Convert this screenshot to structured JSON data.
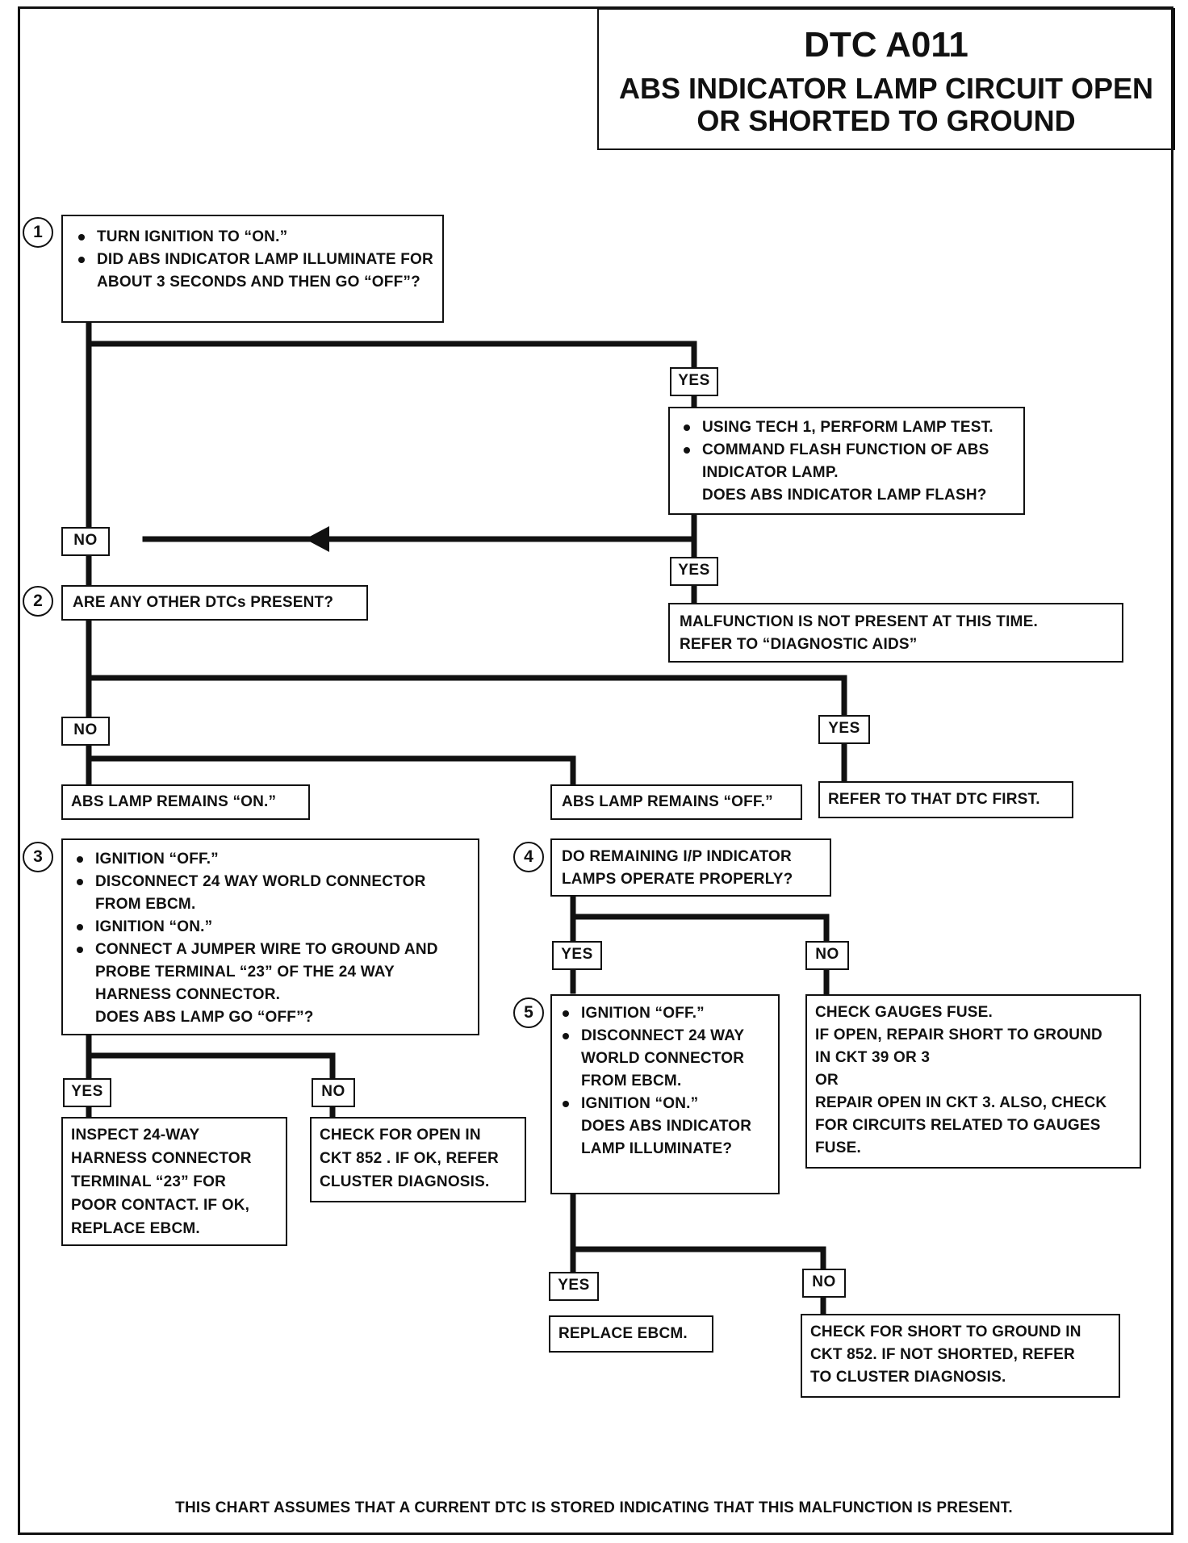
{
  "title": {
    "code": "DTC A011",
    "description": "ABS INDICATOR LAMP CIRCUIT OPEN OR SHORTED TO GROUND"
  },
  "steps": {
    "s1": "1",
    "s2": "2",
    "s3": "3",
    "s4": "4",
    "s5": "5"
  },
  "nodes": {
    "step1": {
      "bullets": [
        "TURN IGNITION TO “ON.”",
        "DID ABS INDICATOR LAMP ILLUMINATE FOR ABOUT 3 SECONDS AND THEN GO “OFF”?"
      ]
    },
    "lamp_test": {
      "bullets": [
        "USING TECH 1, PERFORM LAMP TEST.",
        "COMMAND FLASH FUNCTION OF ABS INDICATOR LAMP."
      ],
      "question": "DOES ABS INDICATOR LAMP FLASH?"
    },
    "not_present": {
      "lines": [
        "MALFUNCTION IS NOT PRESENT AT THIS TIME.",
        "REFER TO “DIAGNOSTIC AIDS”"
      ]
    },
    "step2": {
      "text": "ARE ANY OTHER DTCs PRESENT?"
    },
    "refer_dtc": {
      "text": "REFER TO THAT DTC FIRST."
    },
    "lamp_on": {
      "text": "ABS LAMP REMAINS “ON.”"
    },
    "lamp_off": {
      "text": "ABS LAMP REMAINS “OFF.”"
    },
    "step3": {
      "bullets": [
        "IGNITION “OFF.”",
        "DISCONNECT 24 WAY WORLD CONNECTOR FROM EBCM.",
        "IGNITION “ON.”",
        "CONNECT A JUMPER WIRE TO GROUND AND PROBE TERMINAL “23” OF THE 24 WAY HARNESS CONNECTOR."
      ],
      "question": "DOES ABS LAMP GO “OFF”?"
    },
    "inspect": {
      "lines": [
        "INSPECT 24-WAY",
        "HARNESS CONNECTOR",
        "TERMINAL “23” FOR",
        "POOR CONTACT.  IF OK,",
        "REPLACE EBCM."
      ]
    },
    "check_open": {
      "lines": [
        "CHECK FOR OPEN IN",
        "CKT 852 .  IF OK, REFER",
        "CLUSTER DIAGNOSIS."
      ]
    },
    "step4": {
      "lines": [
        "DO REMAINING  I/P INDICATOR",
        "LAMPS OPERATE PROPERLY?"
      ]
    },
    "gauges": {
      "lines": [
        "CHECK GAUGES FUSE.",
        "IF OPEN, REPAIR SHORT TO GROUND",
        "IN CKT 39 OR 3",
        "OR",
        "REPAIR OPEN IN CKT 3.  ALSO, CHECK",
        "FOR CIRCUITS RELATED TO GAUGES",
        "FUSE."
      ]
    },
    "step5": {
      "bullets": [
        "IGNITION “OFF.”",
        "DISCONNECT 24 WAY WORLD CONNECTOR FROM EBCM.",
        "IGNITION “ON.”"
      ],
      "question": "DOES ABS INDICATOR LAMP ILLUMINATE?"
    },
    "replace": {
      "text": "REPLACE EBCM."
    },
    "check_short": {
      "lines": [
        "CHECK FOR SHORT TO GROUND IN",
        "CKT 852.  IF NOT SHORTED, REFER",
        "TO CLUSTER DIAGNOSIS."
      ]
    }
  },
  "labels": {
    "yes": "YES",
    "no": "NO"
  },
  "footnote": "THIS CHART ASSUMES THAT A CURRENT DTC IS STORED INDICATING THAT THIS MALFUNCTION IS PRESENT."
}
